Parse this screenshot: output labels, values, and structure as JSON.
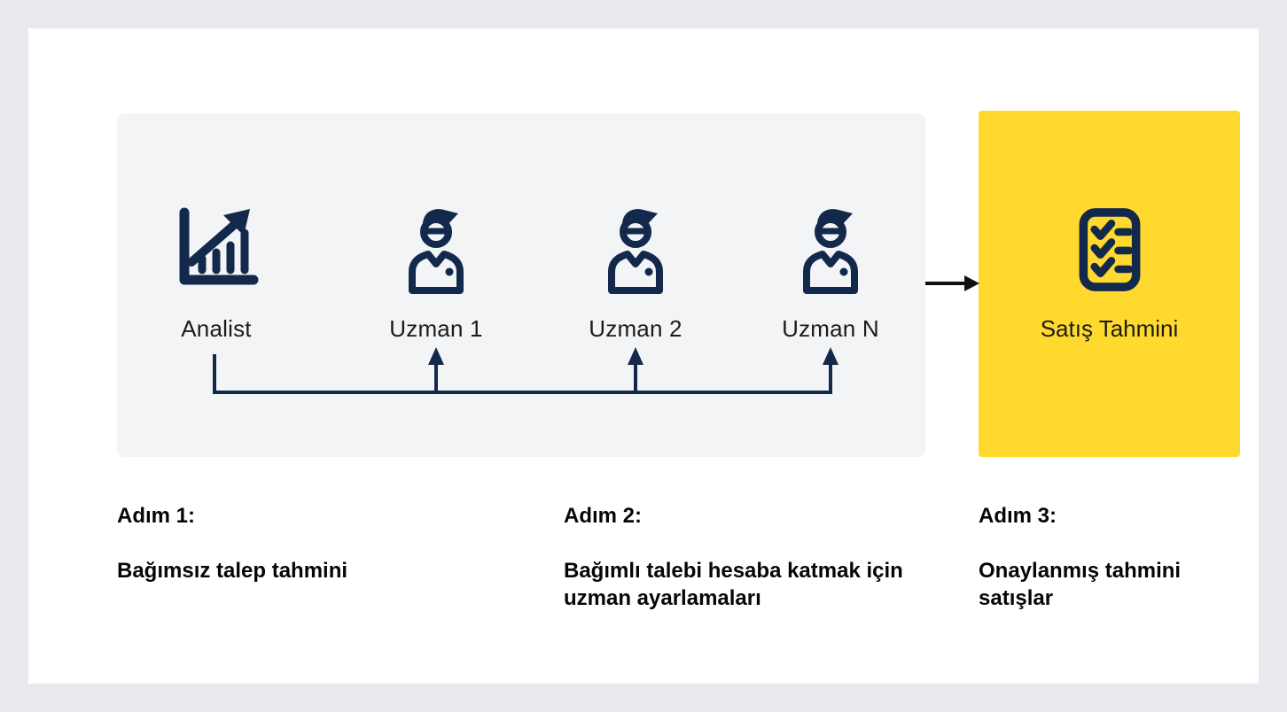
{
  "diagram": {
    "actors": [
      {
        "label": "Analist",
        "icon": "chart-increase-icon"
      },
      {
        "label": "Uzman 1",
        "icon": "person-icon"
      },
      {
        "label": "Uzman 2",
        "icon": "person-icon"
      },
      {
        "label": "Uzman N",
        "icon": "person-icon"
      }
    ],
    "result": {
      "label": "Satış Tahmini",
      "icon": "checklist-icon"
    }
  },
  "steps": [
    {
      "title": "Adım 1:",
      "description": "Bağımsız talep tahmini"
    },
    {
      "title": "Adım 2:",
      "description": "Bağımlı talebi hesaba katmak için uzman ayarlamaları"
    },
    {
      "title": "Adım 3:",
      "description": "Onaylanmış tahmini satışlar"
    }
  ],
  "colors": {
    "background": "#E9EAEF",
    "card": "#FFFFFF",
    "panel_gray": "#F2F4F6",
    "accent_yellow": "#FFD92E",
    "icon_navy": "#13294B",
    "arrow_black": "#111111",
    "text": "#1B1B1B"
  }
}
